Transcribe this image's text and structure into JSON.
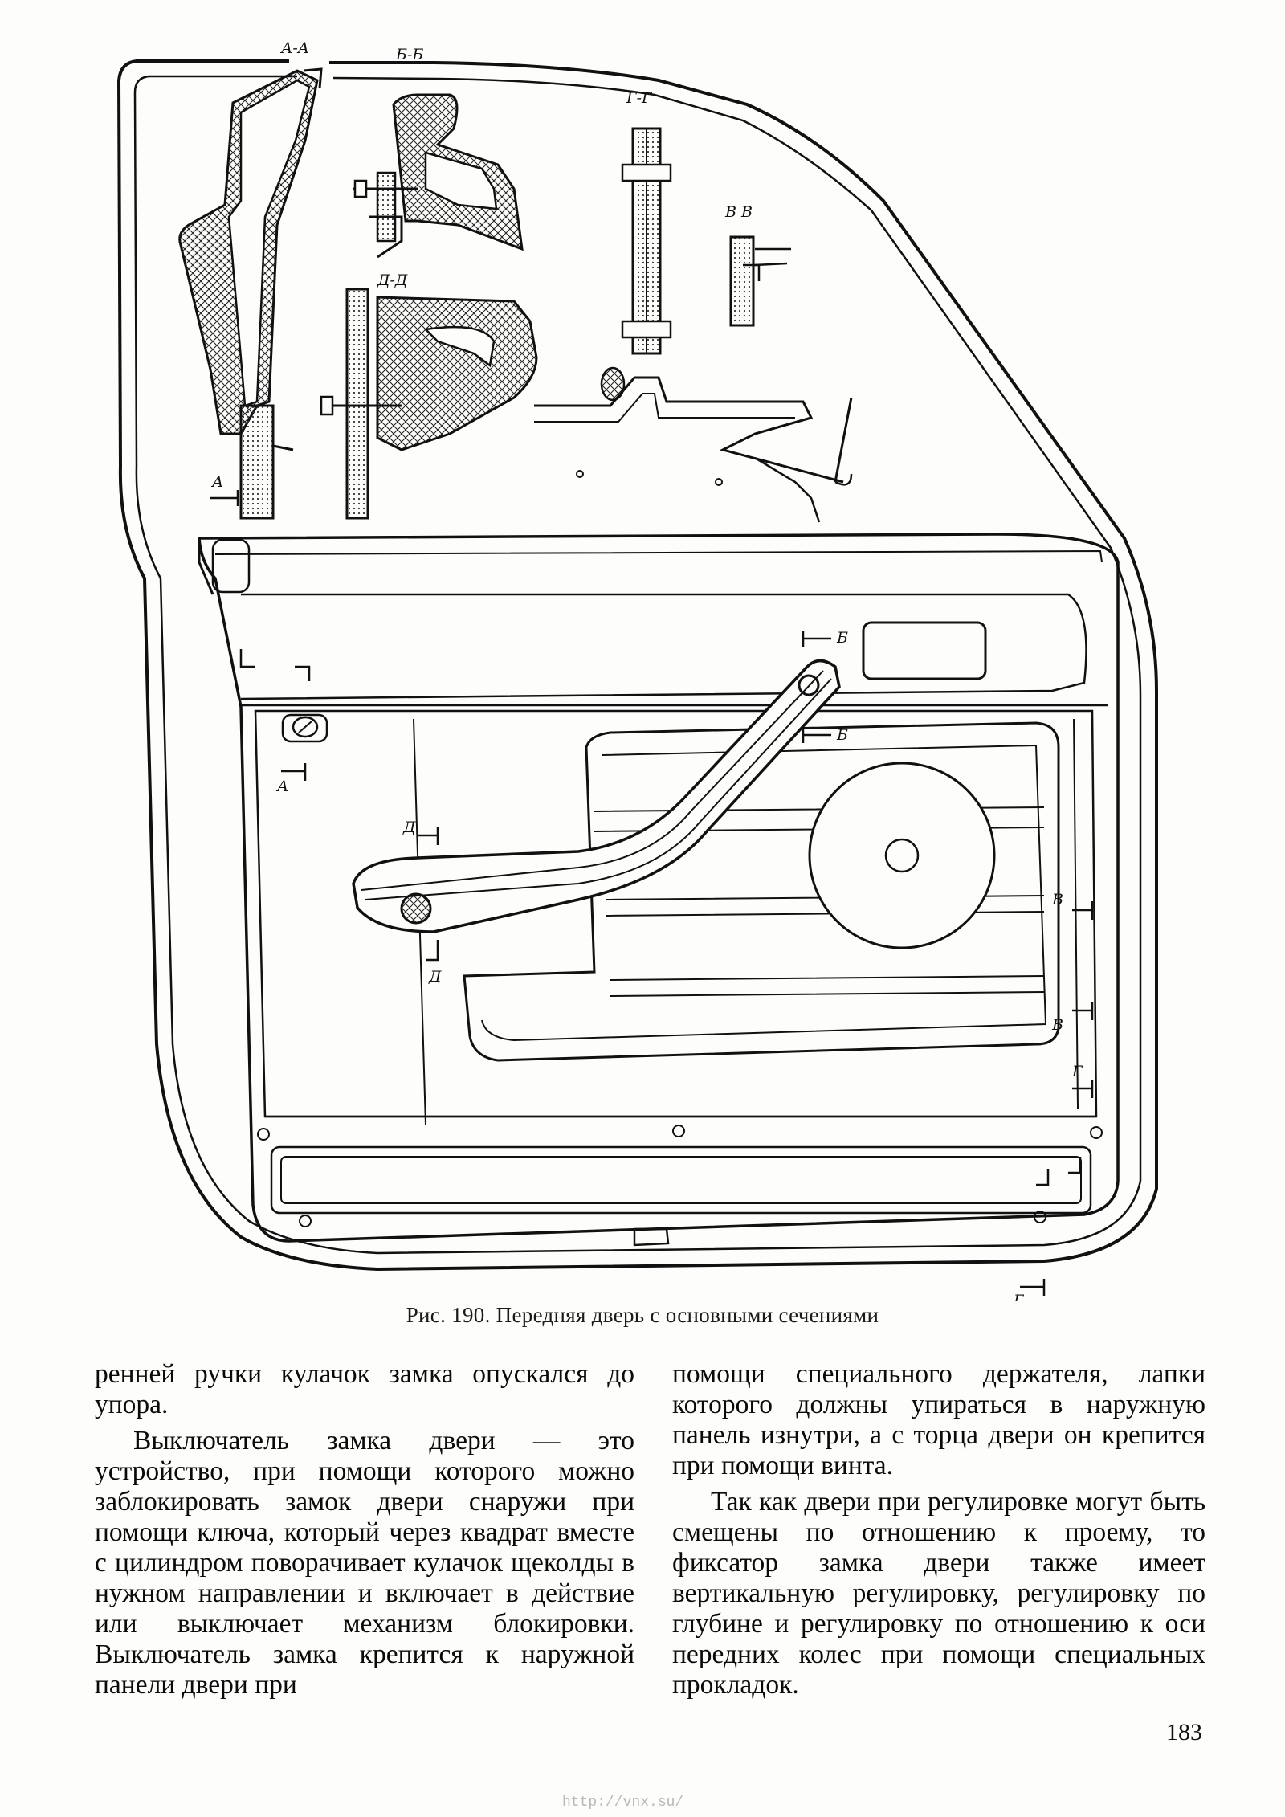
{
  "figure": {
    "section_labels": {
      "aa": "А-А",
      "bb": "Б-Б",
      "gg": "Г-Г",
      "vv": "В  В",
      "dd": "Д-Д",
      "a": "А",
      "a2": "А",
      "b": "Б",
      "b2": "Б",
      "v": "В",
      "v2": "В",
      "g": "Г",
      "g2": "Г",
      "d": "Д",
      "d2": "Д"
    },
    "caption": "Рис. 190. Передняя дверь с основными сечениями"
  },
  "text": {
    "left": {
      "p1": "ренней ручки кулачок замка опускался до упора.",
      "p2": "Выключатель замка двери — это устройство, при помощи которого можно заблокировать замок двери снаружи при помощи ключа, который через квадрат вместе с цилиндром поворачивает кулачок щеколды в нужном направлении и включает в действие или выключает механизм блокировки. Выключатель замка крепится к наружной панели двери при"
    },
    "right": {
      "p1": "помощи специального держателя, лапки которого должны упираться в наружную панель изнутри, а с торца двери он крепится при помощи винта.",
      "p2": "Так как двери при регулировке могут быть смещены по отношению к проему, то фиксатор замка двери также имеет вертикальную регулировку, регулировку по глубине и регулировку по отношению к оси передних колес при помощи специальных прокладок."
    }
  },
  "page_number": "183",
  "footer_url": "http://vnx.su/"
}
